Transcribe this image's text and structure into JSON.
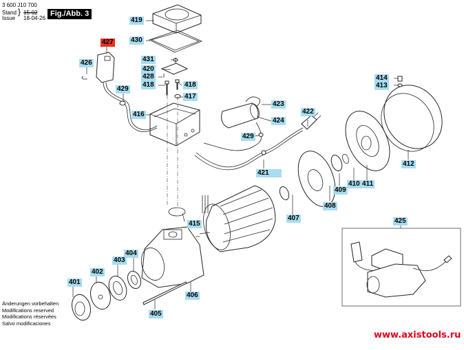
{
  "header": {
    "part_number": "3 600 J10 700",
    "stand_label": "Stand",
    "issue_label": "Issue",
    "stand_value_struck": "15-02",
    "issue_value": "18-04-26",
    "figure_label": "Fig./Abb. 3"
  },
  "footer": {
    "notes": [
      "Änderungen vorbehalten",
      "Modifications reserved",
      "Modifications réservées",
      "Salvo modificaciones"
    ],
    "website": "www.axistools.ru"
  },
  "colors": {
    "label_bg": "#a8dcef",
    "highlight_label_bg": "#e8321e",
    "website_color": "#e3001b"
  },
  "parts": {
    "p401": "401",
    "p402": "402",
    "p403": "403",
    "p404": "404",
    "p405": "405",
    "p406": "406",
    "p407": "407",
    "p408": "408",
    "p409": "409",
    "p410": "410",
    "p411": "411",
    "p412": "412",
    "p413": "413",
    "p414": "414",
    "p415": "415",
    "p416": "416",
    "p417": "417",
    "p418a": "418",
    "p418b": "418",
    "p419": "419",
    "p420": "420",
    "p421": "421",
    "p422": "422",
    "p423": "423",
    "p424": "424",
    "p425": "425",
    "p426": "426",
    "p427": "427",
    "p428": "428",
    "p429a": "429",
    "p429b": "429",
    "p430": "430",
    "p431": "431"
  },
  "highlighted_part": "427"
}
